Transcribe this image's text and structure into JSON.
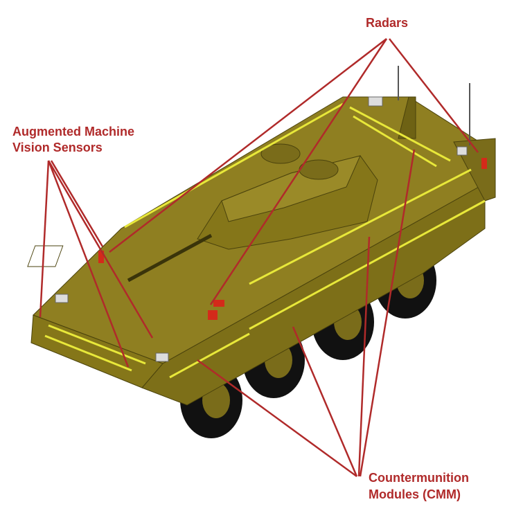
{
  "labels": {
    "radars": "Radars",
    "amvs_line1": "Augmented Machine",
    "amvs_line2": "Vision Sensors",
    "cmm_line1": "Countermunition",
    "cmm_line2": "Modules (CMM)"
  },
  "colors": {
    "callout": "#b02a2a",
    "hull": "#8a7a1e",
    "hull_dark": "#6e6214",
    "cmm_strip": "#e8e83a",
    "tire": "#111111"
  }
}
